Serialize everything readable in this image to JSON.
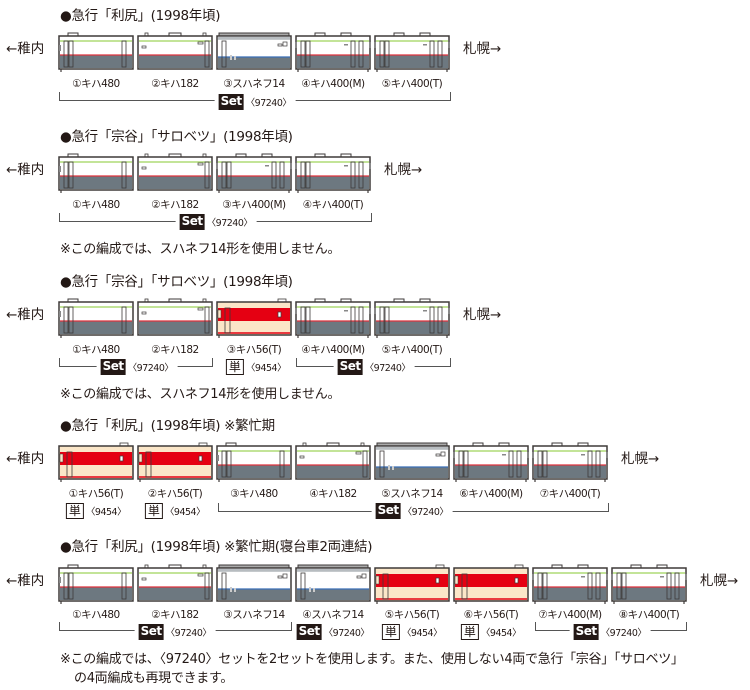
{
  "colors": {
    "kiha_body": "#ffffff",
    "kiha_lower": "#6d7880",
    "kiha_green": "#9fd35a",
    "kiha_red": "#e0333c",
    "shinkansen_blue": "#3b6fb6",
    "kiha56_red": "#e50012",
    "kiha56_cream": "#fbe6c8",
    "outline": "#3e3a39"
  },
  "direction": {
    "left": "←稚内",
    "right": "札幌→"
  },
  "sections": [
    {
      "title": "●急行「利尻」(1998年頃)",
      "cars": [
        {
          "label": "①キハ480",
          "type": "kiha480"
        },
        {
          "label": "②キハ182",
          "type": "kiha182"
        },
        {
          "label": "③スハネフ14",
          "type": "suhanef14"
        },
        {
          "label": "④キハ400(M)",
          "type": "kiha400"
        },
        {
          "label": "⑤キハ400(T)",
          "type": "kiha400"
        }
      ],
      "groups": [
        {
          "kind": "Set",
          "code": "〈97240〉"
        }
      ],
      "note": ""
    },
    {
      "title": "●急行「宗谷」「サロベツ」(1998年頃)",
      "cars": [
        {
          "label": "①キハ480",
          "type": "kiha480"
        },
        {
          "label": "②キハ182",
          "type": "kiha182"
        },
        {
          "label": "③キハ400(M)",
          "type": "kiha400"
        },
        {
          "label": "④キハ400(T)",
          "type": "kiha400"
        }
      ],
      "groups": [
        {
          "kind": "Set",
          "code": "〈97240〉"
        }
      ],
      "note": "※この編成では、スハネフ14形を使用しません。"
    },
    {
      "title": "●急行「宗谷」「サロベツ」(1998年頃)",
      "cars": [
        {
          "label": "①キハ480",
          "type": "kiha480"
        },
        {
          "label": "②キハ182",
          "type": "kiha182"
        },
        {
          "label": "③キハ56(T)",
          "type": "kiha56"
        },
        {
          "label": "④キハ400(M)",
          "type": "kiha400"
        },
        {
          "label": "⑤キハ400(T)",
          "type": "kiha400"
        }
      ],
      "groups": [
        {
          "kind": "Set",
          "code": "〈97240〉"
        },
        {
          "kind": "単",
          "code": "〈9454〉"
        },
        {
          "kind": "Set",
          "code": "〈97240〉"
        }
      ],
      "note": "※この編成では、スハネフ14形を使用しません。"
    },
    {
      "title": "●急行「利尻」(1998年頃) ※繁忙期",
      "cars": [
        {
          "label": "①キハ56(T)",
          "type": "kiha56"
        },
        {
          "label": "②キハ56(T)",
          "type": "kiha56"
        },
        {
          "label": "③キハ480",
          "type": "kiha480"
        },
        {
          "label": "④キハ182",
          "type": "kiha182"
        },
        {
          "label": "⑤スハネフ14",
          "type": "suhanef14"
        },
        {
          "label": "⑥キハ400(M)",
          "type": "kiha400"
        },
        {
          "label": "⑦キハ400(T)",
          "type": "kiha400"
        }
      ],
      "groups": [
        {
          "kind": "単",
          "code": "〈9454〉"
        },
        {
          "kind": "単",
          "code": "〈9454〉"
        },
        {
          "kind": "Set",
          "code": "〈97240〉"
        }
      ],
      "note": ""
    },
    {
      "title": "●急行「利尻」(1998年頃) ※繁忙期(寝台車2両連結)",
      "cars": [
        {
          "label": "①キハ480",
          "type": "kiha480"
        },
        {
          "label": "②キハ182",
          "type": "kiha182"
        },
        {
          "label": "③スハネフ14",
          "type": "suhanef14"
        },
        {
          "label": "④スハネフ14",
          "type": "suhanef14"
        },
        {
          "label": "⑤キハ56(T)",
          "type": "kiha56"
        },
        {
          "label": "⑥キハ56(T)",
          "type": "kiha56"
        },
        {
          "label": "⑦キハ400(M)",
          "type": "kiha400"
        },
        {
          "label": "⑧キハ400(T)",
          "type": "kiha400"
        }
      ],
      "groups": [
        {
          "kind": "Set",
          "code": "〈97240〉"
        },
        {
          "kind": "Set",
          "code": "〈97240〉"
        },
        {
          "kind": "単",
          "code": "〈9454〉"
        },
        {
          "kind": "単",
          "code": "〈9454〉"
        },
        {
          "kind": "Set",
          "code": "〈97240〉"
        }
      ],
      "note_lines": [
        "※この編成では、〈97240〉セットを2セットを使用します。また、使用しない4両で急行「宗谷」「サロベツ」",
        "の4両編成も再現できます。"
      ]
    }
  ]
}
